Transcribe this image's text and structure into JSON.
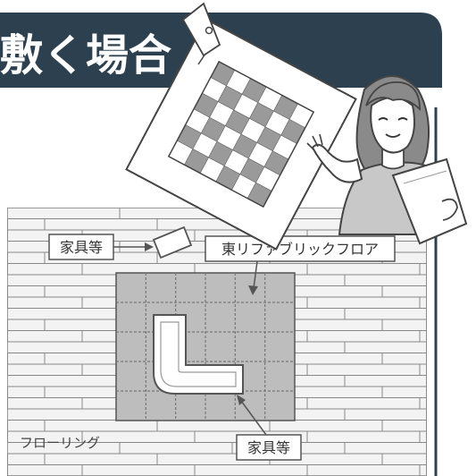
{
  "header": {
    "title": "敷く場合"
  },
  "labels": {
    "furniture_top": "家具等",
    "tile_product": "東リファブリックフロア",
    "furniture_bottom": "家具等",
    "flooring": "フローリング"
  },
  "colors": {
    "header_bg": "#2d4050",
    "floor_board": "#f2f2f2",
    "tile_gray": "#bdbdbd",
    "outline": "#555555",
    "skin": "#ffffff",
    "sweater": "#c8c8c8",
    "hair": "#8a8a8a"
  }
}
